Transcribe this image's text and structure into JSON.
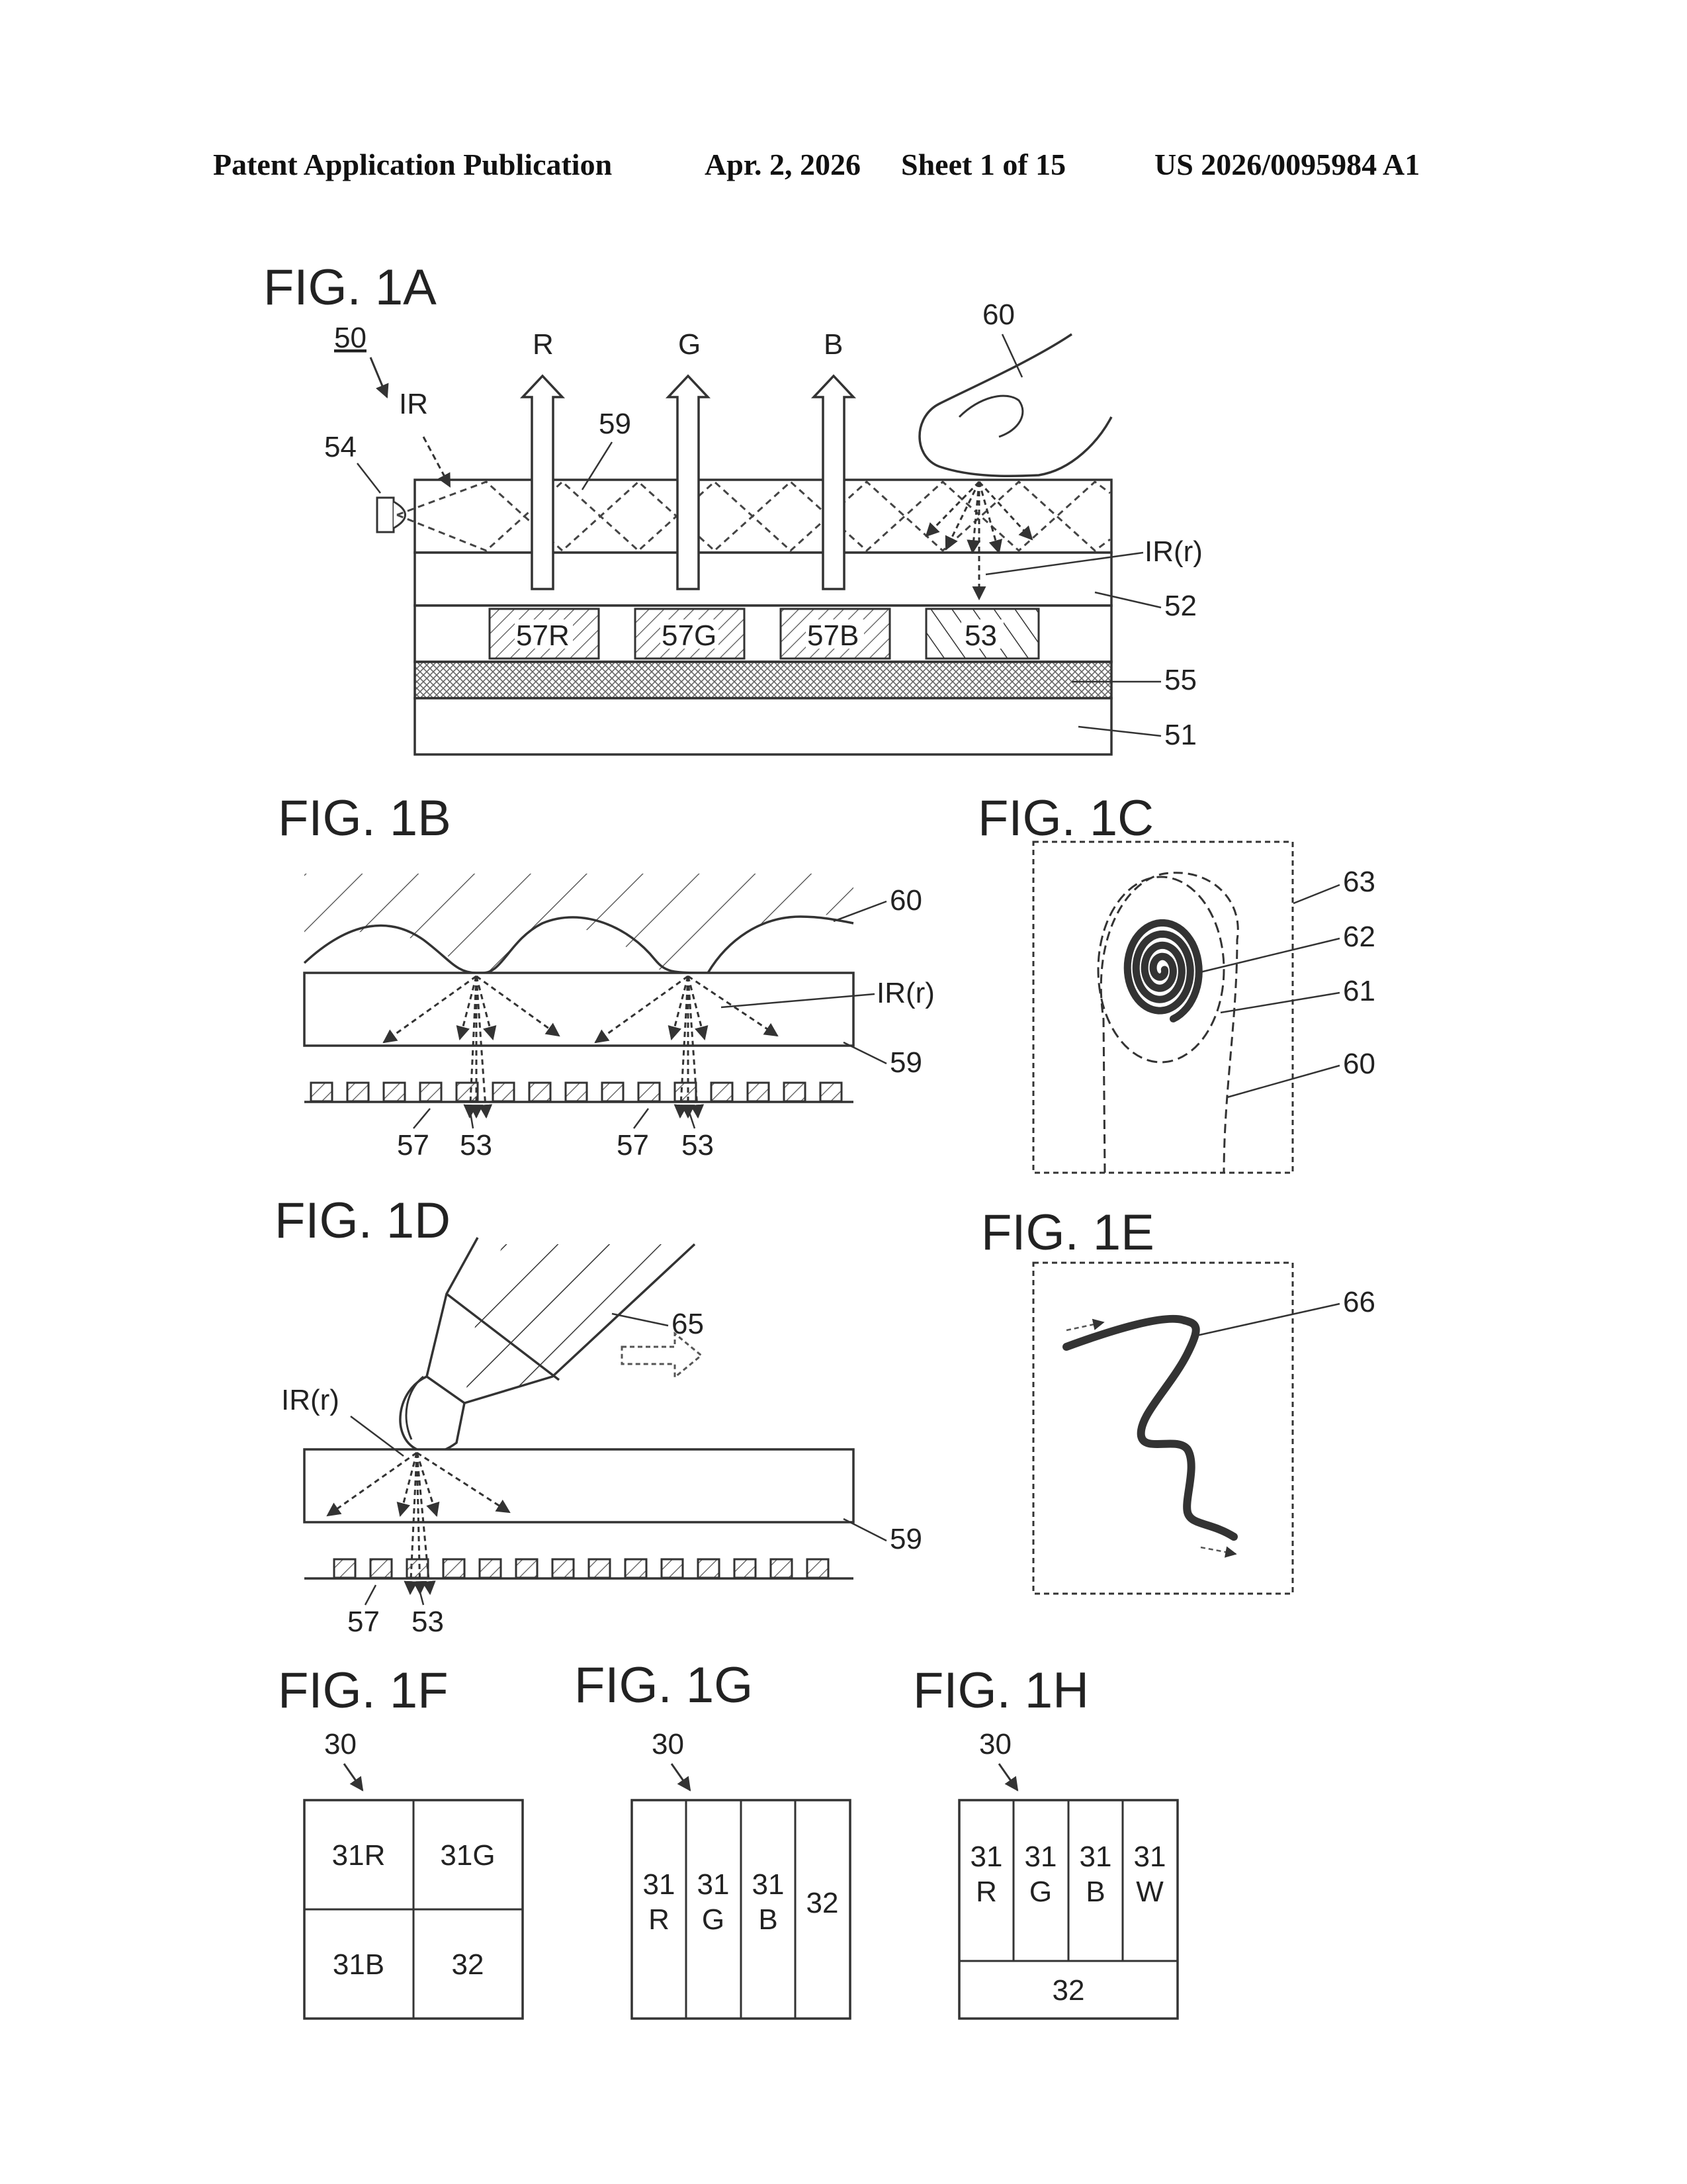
{
  "header": {
    "publication": "Patent Application Publication",
    "date": "Apr. 2, 2026",
    "sheet": "Sheet 1 of 15",
    "number": "US 2026/0095984 A1"
  },
  "fig1a": {
    "title": "FIG. 1A",
    "ref_device": "50",
    "ir": "IR",
    "ref_light_source": "54",
    "ref_waveguide": "59",
    "r": "R",
    "g": "G",
    "b": "B",
    "ref_finger": "60",
    "ir_reflected": "IR(r)",
    "ref_layer52": "52",
    "ref_layer55": "55",
    "ref_layer51": "51",
    "pix_r": "57R",
    "pix_g": "57G",
    "pix_b": "57B",
    "pix_sensor": "53"
  },
  "fig1b": {
    "title": "FIG. 1B",
    "ref_finger": "60",
    "ir_reflected": "IR(r)",
    "ref_waveguide": "59",
    "ref_57a": "57",
    "ref_53a": "53",
    "ref_57b": "57",
    "ref_53b": "53"
  },
  "fig1c": {
    "title": "FIG. 1C",
    "ref63": "63",
    "ref62": "62",
    "ref61": "61",
    "ref60": "60"
  },
  "fig1d": {
    "title": "FIG. 1D",
    "ref_pen": "65",
    "ir_reflected": "IR(r)",
    "ref_waveguide": "59",
    "ref57": "57",
    "ref53": "53"
  },
  "fig1e": {
    "title": "FIG. 1E",
    "ref66": "66"
  },
  "fig1f": {
    "title": "FIG. 1F",
    "ref30": "30",
    "c1": "31R",
    "c2": "31G",
    "c3": "31B",
    "c4": "32"
  },
  "fig1g": {
    "title": "FIG. 1G",
    "ref30": "30",
    "c1a": "31",
    "c1b": "R",
    "c2a": "31",
    "c2b": "G",
    "c3a": "31",
    "c3b": "B",
    "c4": "32"
  },
  "fig1h": {
    "title": "FIG. 1H",
    "ref30": "30",
    "c1a": "31",
    "c1b": "R",
    "c2a": "31",
    "c2b": "G",
    "c3a": "31",
    "c3b": "B",
    "c4a": "31",
    "c4b": "W",
    "bottom": "32"
  }
}
